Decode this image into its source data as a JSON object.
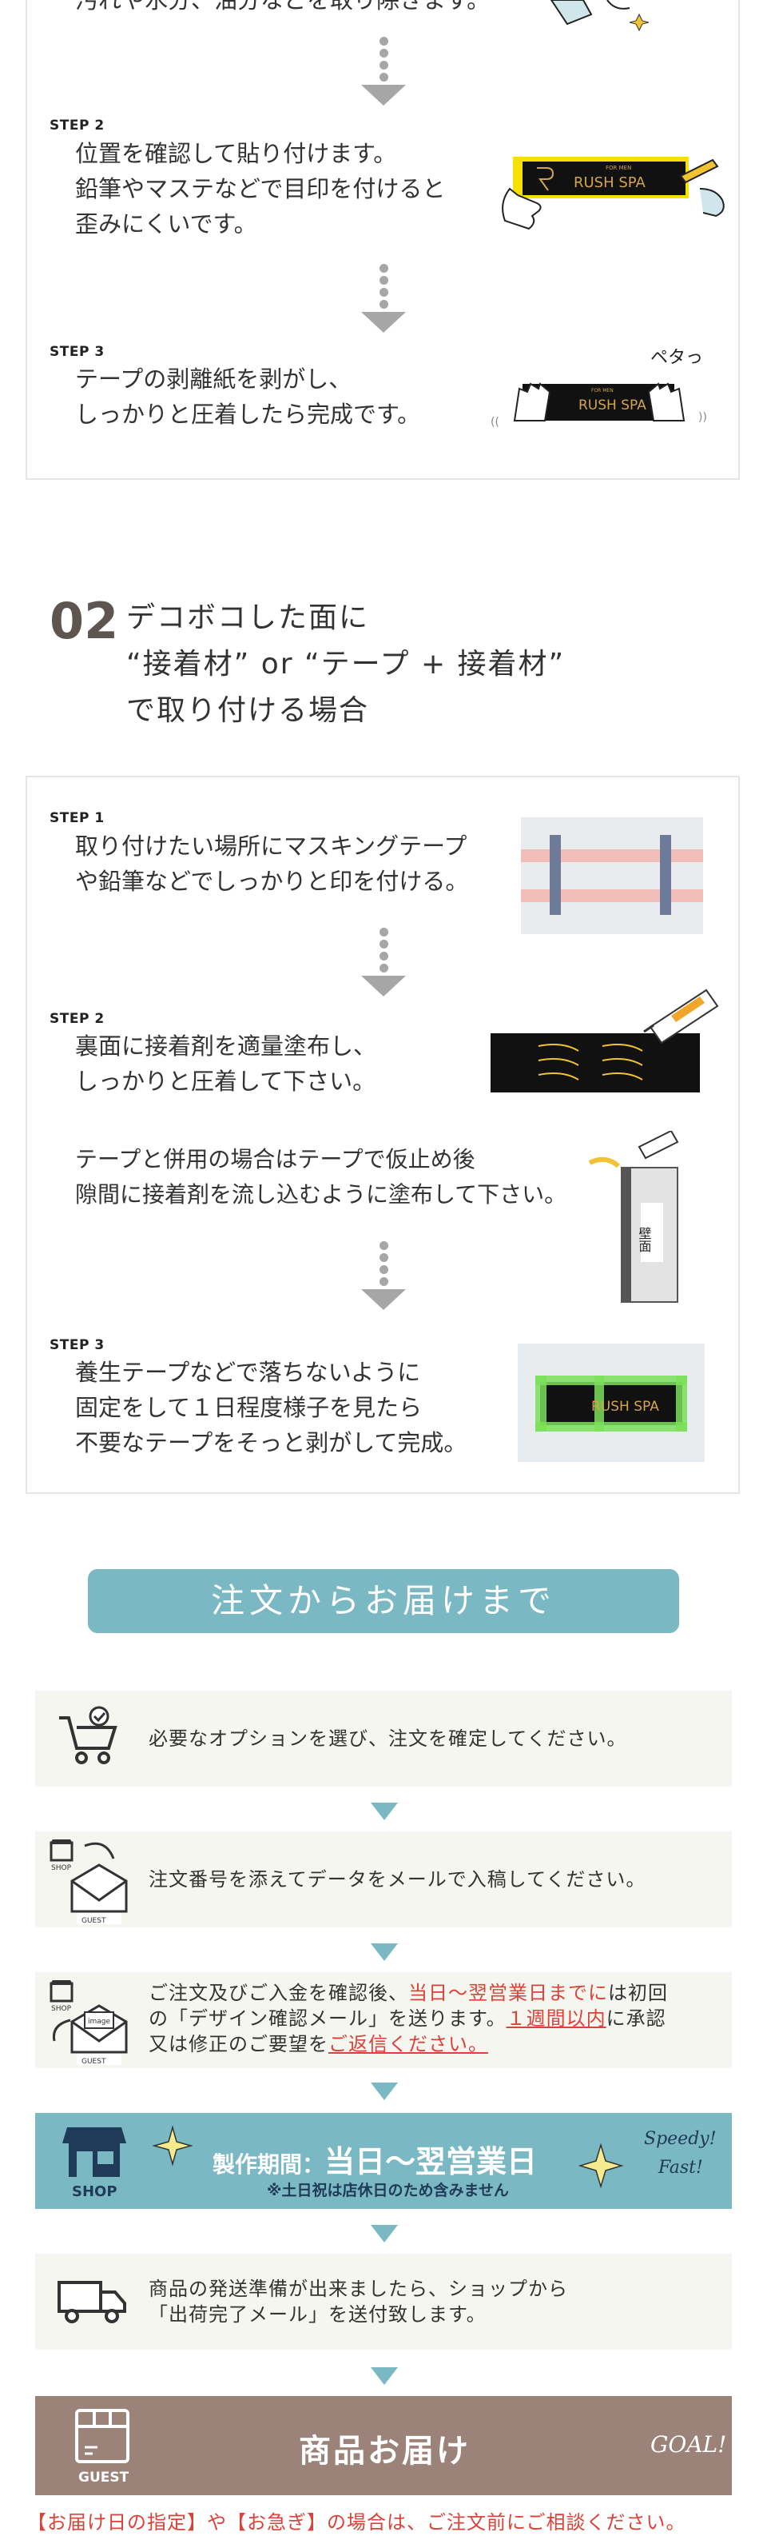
{
  "colors": {
    "accent": "#7ab8c4",
    "brown": "#9c8379",
    "red": "#d9433a",
    "arrow": "#a6a6a6"
  },
  "section1": {
    "partial_text": "汚れや水分、油分などを取り除きます。",
    "steps": [
      {
        "label": "STEP 2",
        "text": "位置を確認して貼り付けます。\n鉛筆やマステなどで目印を付けると\n歪みにくいです。",
        "sign_small": "FOR MEN",
        "sign_text": "RUSH SPA"
      },
      {
        "label": "STEP 3",
        "text": "テープの剥離紙を剥がし、\nしっかりと圧着したら完成です。",
        "sign_small": "FOR MEN",
        "sign_text": "RUSH SPA",
        "sfx": "ペタっ"
      }
    ]
  },
  "section2": {
    "number": "02",
    "title": "デコボコした面に\n“接着材” or “テープ + 接着材”\nで取り付ける場合",
    "steps": [
      {
        "label": "STEP 1",
        "text": "取り付けたい場所にマスキングテープ\nや鉛筆などでしっかりと印を付ける。"
      },
      {
        "label": "STEP 2",
        "text": "裏面に接着剤を適量塗布し、\nしっかりと圧着して下さい。",
        "extra_text": "テープと併用の場合はテープで仮止め後\n隙間に接着剤を流し込むように塗布して下さい。",
        "wall_label": "壁面"
      },
      {
        "label": "STEP 3",
        "text": "養生テープなどで落ちないように\n固定をして１日程度様子を見たら\n不要なテープをそっと剥がして完成。",
        "sign_text": "RUSH SPA"
      }
    ]
  },
  "flow": {
    "header": "注文からお届けまで",
    "step1": "必要なオプションを選び、注文を確定してください。",
    "step2": "注文番号を添えてデータをメールで入稿してください。",
    "step3": {
      "p1": "ご注文及びご入金を確認後、",
      "r1": "当日〜翌営業日までに",
      "p2": "は初回",
      "p3": "の「デザイン確認メール」を送ります。",
      "r2": "１週間以内",
      "p4": "に承認",
      "p5": "又は修正のご要望を",
      "r3": "ご返信ください。"
    },
    "production": {
      "label": "製作期間：",
      "value": "当日〜翌営業日",
      "note": "※土日祝は店休日のため含みません",
      "shop": "SHOP",
      "speedy": "Speedy!",
      "fast": "Fast!"
    },
    "step5": "商品の発送準備が出来ましたら、ショップから\n「出荷完了メール」を送付致します。",
    "delivery": {
      "label": "商品お届け",
      "guest": "GUEST",
      "goal": "GOAL!"
    },
    "icon_labels": {
      "shop": "SHOP",
      "guest": "GUEST",
      "image": "image"
    },
    "footer_note": "【お届け日の指定】や【お急ぎ】の場合は、ご注文前にご相談ください。"
  }
}
